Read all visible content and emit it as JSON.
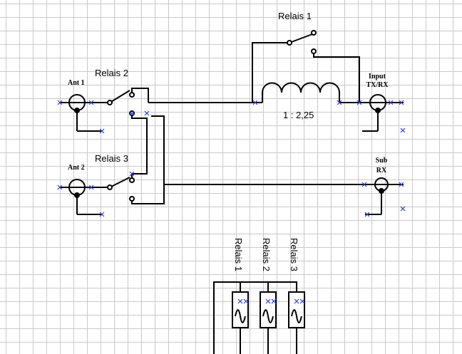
{
  "labels": {
    "relais1": "Relais 1",
    "relais2": "Relais 2",
    "relais3": "Relais 3",
    "ratio": "1 : 2,25",
    "ant1": "Ant 1",
    "ant2": "Ant 2",
    "input_line1": "Input",
    "input_line2": "TX/RX",
    "sub_line1": "Sub",
    "sub_line2": "RX",
    "coil1": "Relais 1",
    "coil2": "Relais 2",
    "coil3": "Relais 3"
  },
  "colors": {
    "wire": "#000000",
    "pin": "#2b3fd6",
    "grid": "#c9c9c9"
  }
}
